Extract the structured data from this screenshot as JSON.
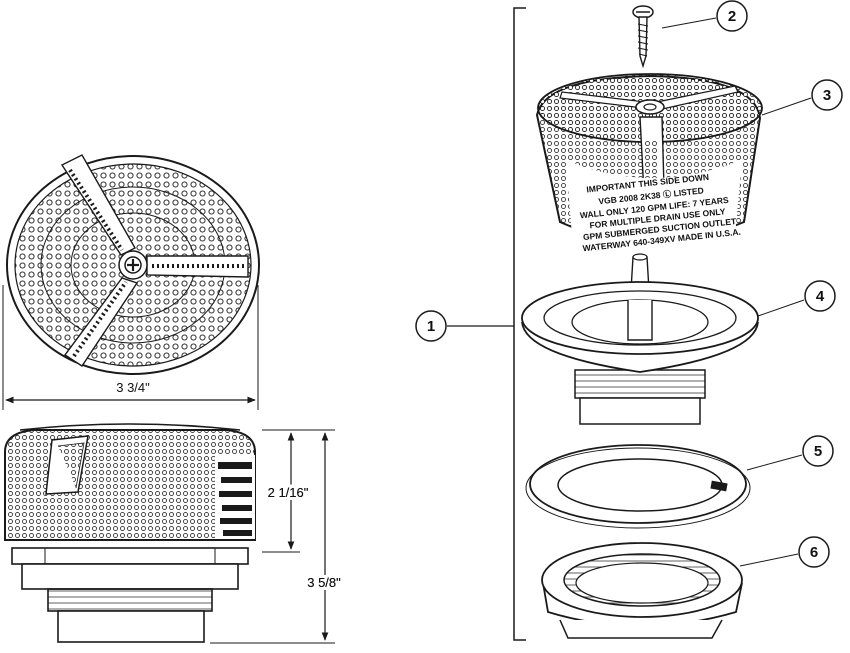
{
  "dimensions": {
    "width": "3 3/4\"",
    "cover_height": "2 1/16\"",
    "overall_height": "3 5/8\""
  },
  "callouts": [
    "1",
    "2",
    "3",
    "4",
    "5",
    "6"
  ],
  "cover_label_lines": [
    "IMPORTANT    THIS SIDE DOWN",
    "VGB 2008          2K38 Ⓛ LISTED",
    "WALL ONLY 120 GPM  LIFE: 7 YEARS",
    "FOR MULTIPLE DRAIN USE ONLY",
    "GPM SUBMERGED SUCTION OUTLET",
    "WATERWAY 640-349XV  MADE IN U.S.A."
  ]
}
